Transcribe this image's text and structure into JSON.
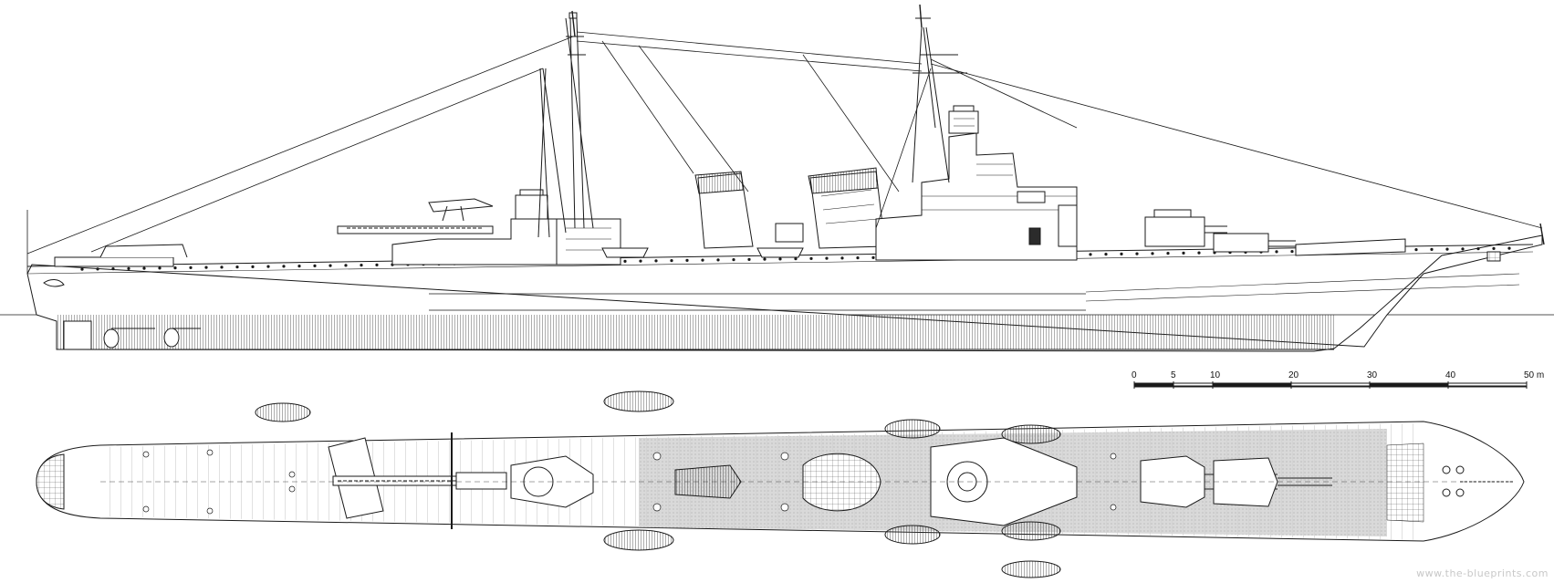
{
  "scale_bar": {
    "ticks": [
      "0",
      "5",
      "10",
      "20",
      "30",
      "40",
      "50 m"
    ]
  },
  "watermark": "www.the-blueprints.com",
  "colors": {
    "line": "#1a1a1a",
    "hull_fill": "#ffffff",
    "deck_fill": "#f4f4f4",
    "hatch_fill": "#d9d9d9",
    "dark_fill": "#2b2b2b"
  }
}
